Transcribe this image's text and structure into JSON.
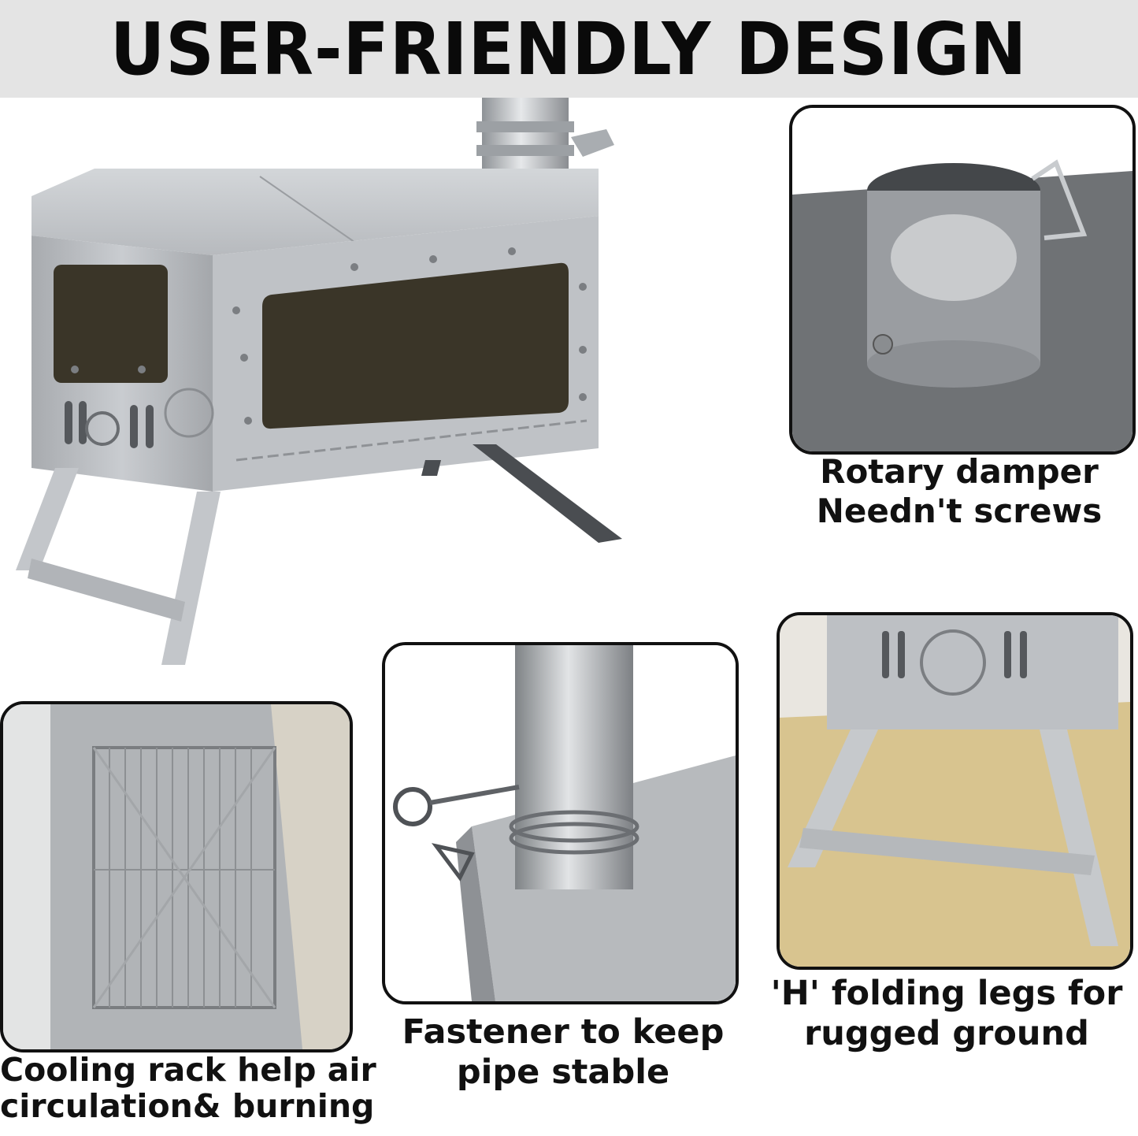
{
  "banner": {
    "title": "USER-FRIENDLY DESIGN"
  },
  "features": [
    {
      "lines": [
        "Rotary damper",
        "Needn't screws"
      ],
      "icon": "rotary-damper-photo"
    },
    {
      "lines": [
        "'H' folding legs for",
        "rugged ground"
      ],
      "icon": "folding-legs-photo"
    },
    {
      "lines": [
        "Fastener to keep",
        "pipe stable"
      ],
      "icon": "pipe-fastener-photo"
    },
    {
      "lines": [
        "Cooling rack help air",
        "circulation& burning"
      ],
      "icon": "cooling-rack-photo"
    }
  ],
  "colors": {
    "banner_bg": "#e4e4e4",
    "text": "#111111",
    "steel": "#b9bcc0",
    "glass": "#3a3528",
    "wood": "#d8c48f"
  }
}
